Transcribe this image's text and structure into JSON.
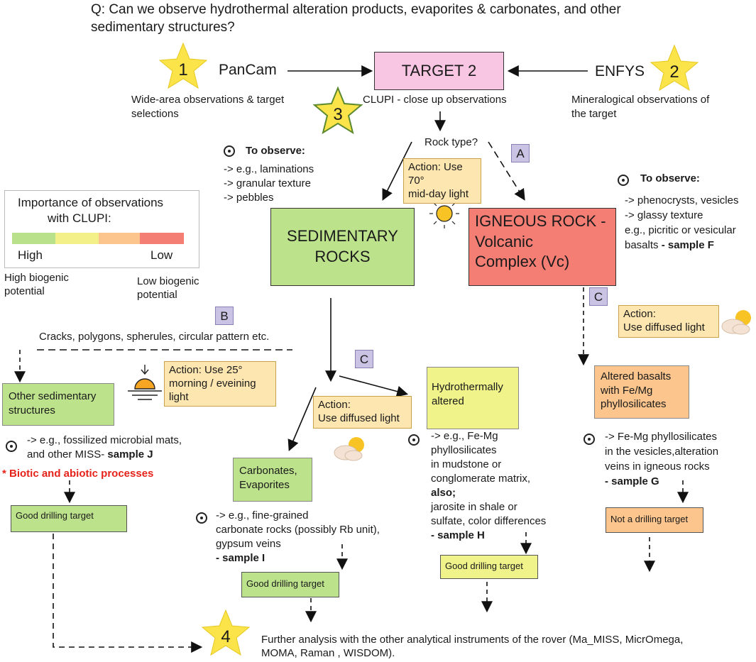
{
  "question": {
    "line1": "Q: Can we observe hydrothermal alteration products, evaporites & carbonates, and other",
    "line2": "sedimentary structures?"
  },
  "steps": {
    "pancam": {
      "num": "1",
      "label": "PanCam",
      "desc1": "Wide-area observations & target",
      "desc2": "selections"
    },
    "target": {
      "label": "TARGET 2",
      "desc": "CLUPI - close up observations"
    },
    "enfys": {
      "num": "2",
      "label": "ENFYS",
      "desc1": "Mineralogical observations of",
      "desc2": "the target"
    },
    "clupi": {
      "num": "3"
    },
    "final": {
      "num": "4",
      "desc1": "Further analysis with the other analytical instruments of the rover (Ma_MISS, MicrOmega,",
      "desc2": "MOMA, Raman , WISDOM)."
    }
  },
  "rock_type": "Rock type?",
  "tags": {
    "a": "A",
    "b": "B",
    "c_left": "C",
    "c_right": "C"
  },
  "actions": {
    "seventy": {
      "line1": "Action: Use 70°",
      "line2": "mid-day light"
    },
    "diffused_right": {
      "line1": "Action:",
      "line2": "Use diffused light"
    },
    "twentyfive": {
      "line1": "Action: Use 25°",
      "line2": "morning / eveining",
      "line3": "light"
    },
    "diffused_mid": {
      "line1": "Action:",
      "line2": "Use diffused light"
    }
  },
  "observe_left": {
    "title": "To observe:",
    "items": [
      "-> e.g., laminations",
      "-> granular texture",
      "-> pebbles"
    ]
  },
  "observe_right": {
    "title": "To observe:",
    "items": [
      "-> phenocrysts, vesicles",
      "-> glassy texture",
      "e.g., picritic or vesicular",
      "basalts"
    ],
    "sample": "- sample F"
  },
  "legend": {
    "title1": "Importance of observations",
    "title2": "with CLUPI:",
    "high": "High",
    "low": "Low",
    "high_bio1": "High  biogenic",
    "high_bio2": "potential",
    "low_bio1": "Low biogenic",
    "low_bio2": "potential",
    "colors": [
      "#b9e08a",
      "#f3f08a",
      "#fbc58d",
      "#f47d74"
    ]
  },
  "sedimentary": {
    "line1": "SEDIMENTARY",
    "line2": "ROCKS"
  },
  "igneous": {
    "line1": "IGNEOUS ROCK -",
    "line2": "Volcanic",
    "line3": "Complex (Vc)"
  },
  "cracks": "Cracks, polygons, spherules, circular pattern etc.",
  "other_sed": {
    "line1": "Other sedimentary",
    "line2": "structures",
    "obs1": "-> e.g., fossilized microbial mats,",
    "obs2": "and other MISS-",
    "sample": "sample J",
    "note": "* Biotic and abiotic processes",
    "drill": "Good drilling target"
  },
  "carbonates": {
    "line1": "Carbonates,",
    "line2": "Evaporites",
    "obs1": "-> e.g., fine-grained",
    "obs2": "carbonate rocks (possibly Rb unit),",
    "obs3": "gypsum veins",
    "sample": "- sample I",
    "drill": "Good drilling target"
  },
  "hydro": {
    "line1": "Hydrothermally",
    "line2": "altered",
    "obs": [
      "-> e.g., Fe-Mg",
      "phyllosilicates",
      "in mudstone or",
      "conglomerate matrix,"
    ],
    "also": "also;",
    "obs2": [
      "jarosite in shale or",
      "sulfate, color differences"
    ],
    "sample": "- sample H",
    "drill": "Good drilling target"
  },
  "basalt": {
    "line1": "Altered basalts",
    "line2": "with Fe/Mg",
    "line3": "phyllosilicates",
    "obs": [
      "-> Fe-Mg phyllosilicates",
      "in the vesicles,alteration",
      "veins in igneous rocks"
    ],
    "sample": "- sample G",
    "drill": "Not a drilling target"
  },
  "colors": {
    "star": "#fbe34a",
    "target": "#f8c6e3",
    "sed": "#bde28c",
    "igneous": "#f47d74",
    "hydro": "#eff38a",
    "basalt": "#fbc58d",
    "action": "#fde6b0",
    "tag": "#cbc3e3",
    "red_note": "#e5231b"
  }
}
